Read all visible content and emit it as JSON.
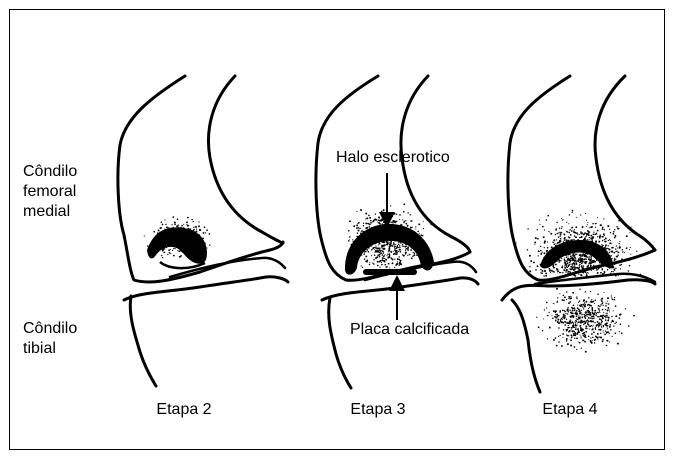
{
  "labels": {
    "femoral": [
      "Côndilo",
      "femoral",
      "medial"
    ],
    "tibial": [
      "Côndilo",
      "tibial"
    ],
    "halo": "Halo esclerotico",
    "placa": "Placa calcificada"
  },
  "stages": [
    {
      "label": "Etapa 2"
    },
    {
      "label": "Etapa 3"
    },
    {
      "label": "Etapa 4"
    }
  ],
  "colors": {
    "ink": "#000000",
    "background": "#ffffff"
  }
}
